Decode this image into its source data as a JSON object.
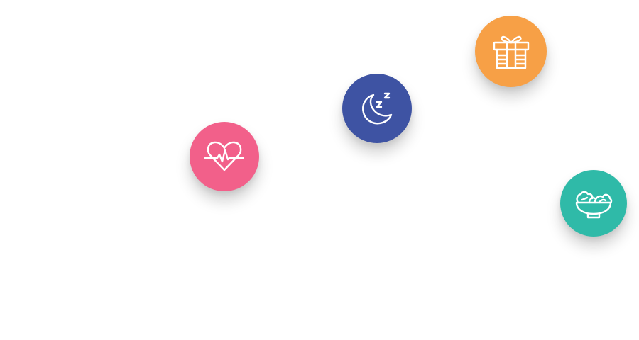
{
  "bubbles": [
    {
      "id": "health",
      "icon": "heart-pulse-icon",
      "color": "#f2608a"
    },
    {
      "id": "sleep",
      "icon": "moon-sleep-icon",
      "color": "#3e53a3"
    },
    {
      "id": "gift",
      "icon": "gift-icon",
      "color": "#f7a046"
    },
    {
      "id": "food",
      "icon": "salad-bowl-icon",
      "color": "#2fbaa8"
    }
  ]
}
